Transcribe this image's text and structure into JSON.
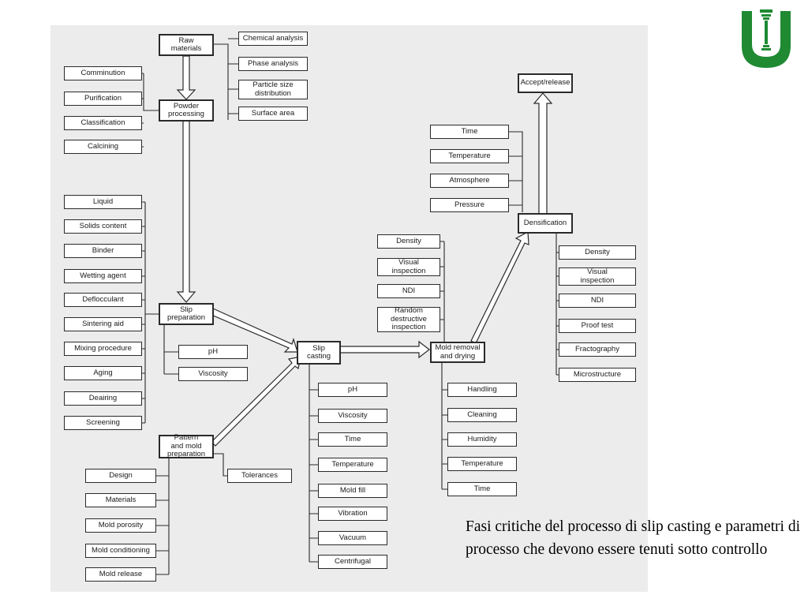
{
  "flowchart": {
    "raw_materials": "Raw\nmaterials",
    "powder_processing": "Powder\nprocessing",
    "slip_preparation": "Slip\npreparation",
    "pattern_mold_preparation": "Pattern\nand mold\npreparation",
    "slip_casting": "Slip\ncasting",
    "mold_removal_drying": "Mold removal\nand drying",
    "densification": "Densification",
    "accept_release": "Accept/release",
    "raw_tests": [
      "Chemical analysis",
      "Phase analysis",
      "Particle size\ndistribution",
      "Surface area"
    ],
    "powder_steps": [
      "Comminution",
      "Purification",
      "Classification",
      "Calcining"
    ],
    "slip_additives": [
      "Liquid",
      "Solids content",
      "Binder",
      "Wetting agent",
      "Deflocculant",
      "Sintering aid",
      "Mixing procedure",
      "Aging",
      "Deairing",
      "Screening"
    ],
    "slip_params": [
      "pH",
      "Viscosity"
    ],
    "mold_items": [
      "Design",
      "Materials",
      "Mold porosity",
      "Mold conditioning",
      "Mold release"
    ],
    "tolerances": "Tolerances",
    "casting_params": [
      "pH",
      "Viscosity",
      "Time",
      "Temperature",
      "Mold fill",
      "Vibration",
      "Vacuum",
      "Centrifugal"
    ],
    "drying_params": [
      "Handling",
      "Cleaning",
      "Humidity",
      "Temperature",
      "Time"
    ],
    "green_inspection": [
      "Density",
      "Visual\ninspection",
      "NDI",
      "Random\ndestructive\ninspection"
    ],
    "sinter_params": [
      "Time",
      "Temperature",
      "Atmosphere",
      "Pressure"
    ],
    "final_inspection": [
      "Density",
      "Visual\ninspection",
      "NDI",
      "Proof test",
      "Fractography",
      "Microstructure"
    ]
  },
  "caption": "Fasi critiche del processo di slip casting e parametri di processo che devono essere tenuti sotto controllo",
  "logo_icon": "university-shield-logo-icon",
  "colors": {
    "logo_green": "#1f8a32",
    "line": "#2a2a2a",
    "scan_bg": "#ececec"
  }
}
